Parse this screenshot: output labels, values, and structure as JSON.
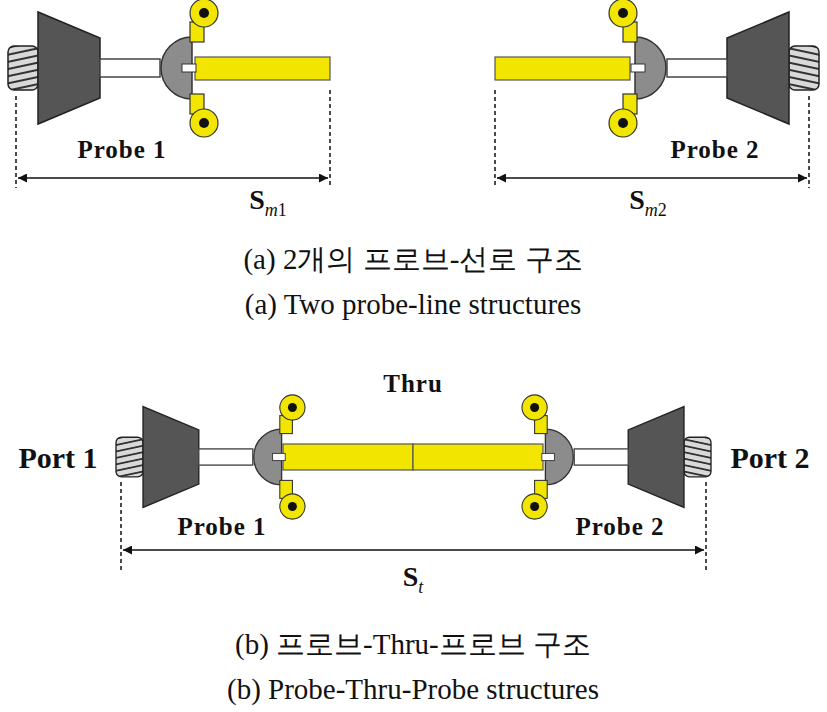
{
  "diagram": {
    "labels": [
      "Probe 1",
      "Sm1",
      "Probe 2",
      "Sm2",
      "(a) 2개의 프로브-선로 구조",
      "(a) Two probe-line structures",
      "Thru",
      "Port 1",
      "Port 2",
      "Probe 1",
      "Probe 2",
      "St",
      "(b) 프로브-Thru-프로브 구조",
      "(b) Probe-Thru-Probe structures"
    ]
  }
}
